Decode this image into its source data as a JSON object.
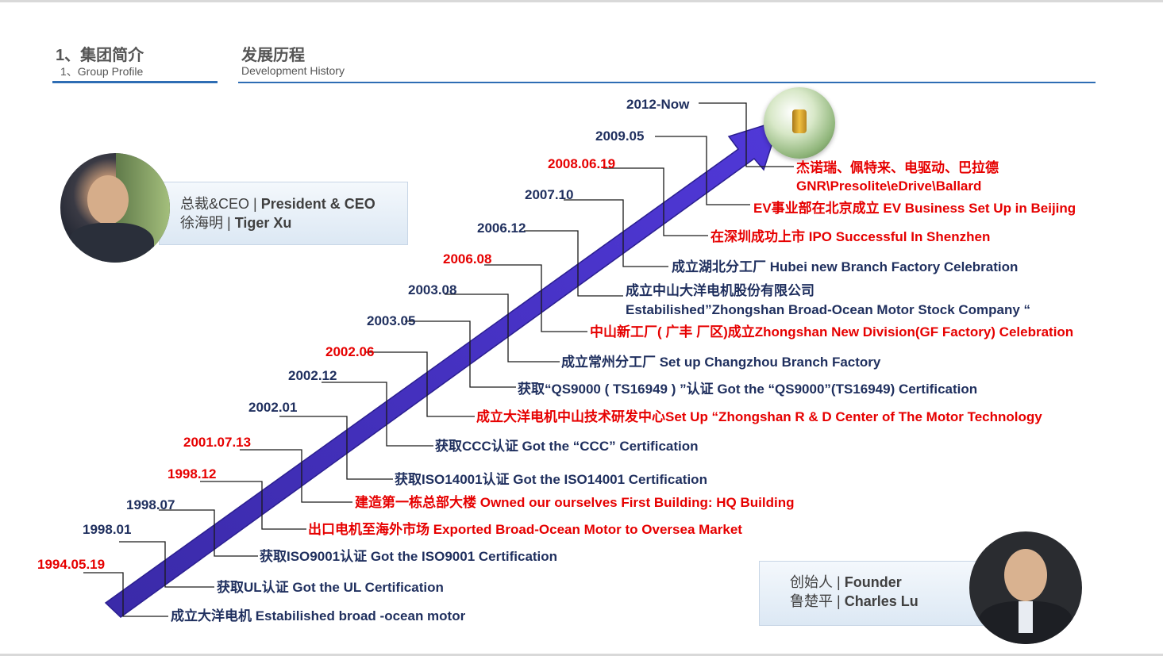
{
  "header": {
    "left_title": "1、集团简介",
    "left_sub": "1、Group Profile",
    "right_title": "发展历程",
    "right_sub": "Development History",
    "accent": "#2e6db4"
  },
  "president": {
    "role_cn": "总裁&CEO",
    "role_en": "President & CEO",
    "name_cn": "徐海明",
    "name_en": "Tiger Xu"
  },
  "founder": {
    "role_cn": "创始人",
    "role_en": "Founder",
    "name_cn": "鲁楚平",
    "name_en": "Charles Lu"
  },
  "separator": "|",
  "colors": {
    "navy": "#1f2f5e",
    "red": "#e60000",
    "arrow": "#4b2fc8"
  },
  "timeline": [
    {
      "year": "1994.05.19",
      "year_color": "red",
      "event": "成立大洋电机 Estabilished broad -ocean motor",
      "event_color": "navy"
    },
    {
      "year": "1998.01",
      "year_color": "navy",
      "event": "获取UL认证 Got the UL Certification",
      "event_color": "navy"
    },
    {
      "year": "1998.07",
      "year_color": "navy",
      "event": "获取ISO9001认证 Got the ISO9001 Certification",
      "event_color": "navy"
    },
    {
      "year": "1998.12",
      "year_color": "red",
      "event": "出口电机至海外市场 Exported Broad-Ocean Motor to Oversea Market",
      "event_color": "red"
    },
    {
      "year": "2001.07.13",
      "year_color": "red",
      "event": "建造第一栋总部大楼 Owned our ourselves First Building: HQ Building",
      "event_color": "red"
    },
    {
      "year": "2002.01",
      "year_color": "navy",
      "event": "获取ISO14001认证 Got the ISO14001 Certification",
      "event_color": "navy"
    },
    {
      "year": "2002.12",
      "year_color": "navy",
      "event": "获取CCC认证 Got the “CCC” Certification",
      "event_color": "navy"
    },
    {
      "year": "2002.06",
      "year_color": "red",
      "event": "成立大洋电机中山技术研发中心Set Up “Zhongshan R & D Center of The Motor Technology",
      "event_color": "red"
    },
    {
      "year": "2003.05",
      "year_color": "navy",
      "event": "获取“QS9000 ( TS16949 ) ”认证 Got the “QS9000”(TS16949) Certification",
      "event_color": "navy"
    },
    {
      "year": "2003.08",
      "year_color": "navy",
      "event": "成立常州分工厂 Set up Changzhou Branch Factory",
      "event_color": "navy"
    },
    {
      "year": "2006.08",
      "year_color": "red",
      "event": "中山新工厂( 广丰 厂区)成立Zhongshan New Division(GF Factory) Celebration",
      "event_color": "red"
    },
    {
      "year": "2006.12",
      "year_color": "navy",
      "event": "成立中山大洋电机股份有限公司",
      "event2": "Estabilished”Zhongshan Broad-Ocean Motor Stock Company “",
      "event_color": "navy"
    },
    {
      "year": "2007.10",
      "year_color": "navy",
      "event": "成立湖北分工厂 Hubei new Branch Factory Celebration",
      "event_color": "navy"
    },
    {
      "year": "2008.06.19",
      "year_color": "red",
      "event": "在深圳成功上市 IPO Successful In Shenzhen",
      "event_color": "red"
    },
    {
      "year": "2009.05",
      "year_color": "navy",
      "event": "EV事业部在北京成立 EV Business Set Up in Beijing",
      "event_color": "red"
    },
    {
      "year": "2012-Now",
      "year_color": "navy",
      "event": "杰诺瑞、佩特来、电驱动、巴拉德",
      "event2": "GNR\\Presolite\\eDrive\\Ballard",
      "event_color": "red"
    }
  ]
}
